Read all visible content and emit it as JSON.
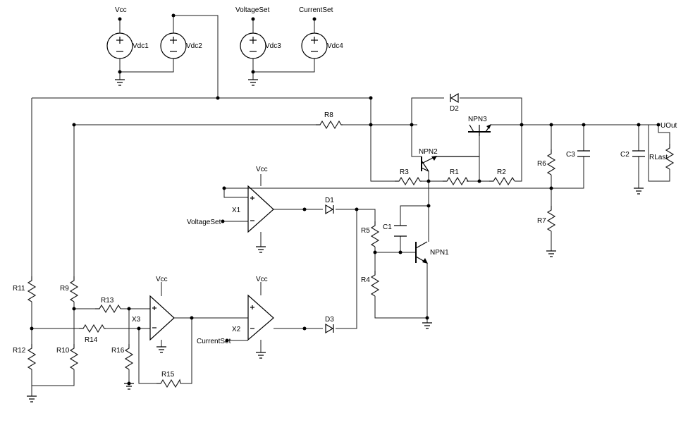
{
  "labels": {
    "vcc_top1": "Vcc",
    "vdc1": "Vdc1",
    "vdc2": "Vdc2",
    "voltageset_top": "VoltageSet",
    "vdc3": "Vdc3",
    "currentset_top": "CurrentSet",
    "vdc4": "Vdc4",
    "r8": "R8",
    "d2": "D2",
    "npn3": "NPN3",
    "npn2": "NPN2",
    "uout": "UOut",
    "r6": "R6",
    "c3": "C3",
    "c2": "C2",
    "rlast": "RLast",
    "r3": "R3",
    "r1": "R1",
    "r2": "R2",
    "vcc_x1": "Vcc",
    "x1": "X1",
    "voltageset_in": "VoltageSet",
    "d1": "D1",
    "r5": "R5",
    "c1": "C1",
    "r7": "R7",
    "npn1": "NPN1",
    "r4": "R4",
    "r11": "R11",
    "r9": "R9",
    "r13": "R13",
    "vcc_x3": "Vcc",
    "vcc_x2": "Vcc",
    "x3": "X3",
    "r14": "R14",
    "x2": "X2",
    "currentset_in": "CurrentSet",
    "d3": "D3",
    "r12": "R12",
    "r10": "R10",
    "r16": "R16",
    "r15": "R15"
  }
}
